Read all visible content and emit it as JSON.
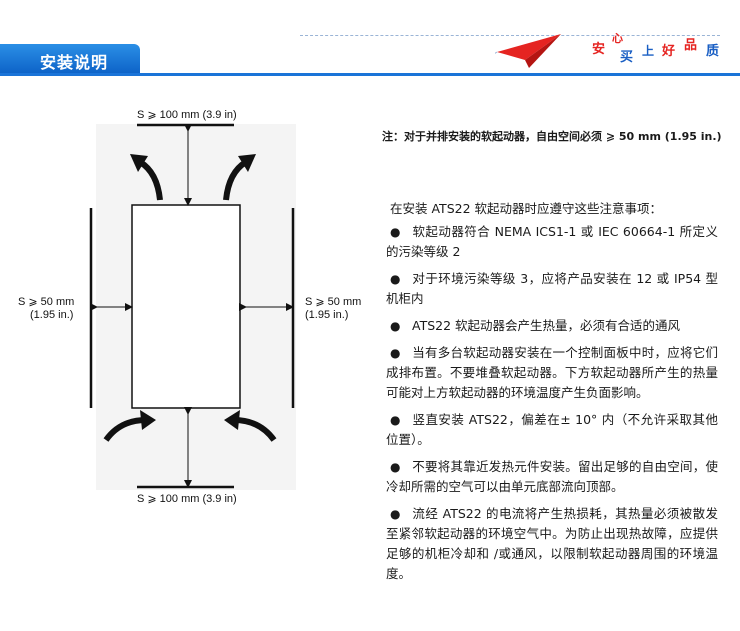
{
  "header": {
    "title": "安装说明",
    "slogan": [
      "安",
      "心",
      "买",
      "上",
      "好",
      "品",
      "质"
    ],
    "colors": {
      "brand_blue": "#1a74d8",
      "slogan_red": "#e52421",
      "slogan_blue": "#1a5fc4"
    }
  },
  "diagram": {
    "top_label": "S ⩾ 100 mm (3.9 in)",
    "bottom_label": "S ⩾ 100 mm (3.9 in)",
    "left_label_line1": "S ⩾ 50 mm",
    "left_label_line2": "(1.95 in.)",
    "right_label_line1": "S ⩾ 50 mm",
    "right_label_line2": "(1.95 in.)"
  },
  "note": "注：对于并排安装的软起动器，自由空间必须 ⩾ 50 mm (1.95 in.)",
  "intro": "在安装 ATS22 软起动器时应遵守这些注意事项：",
  "bullets": [
    {
      "symbol": "●",
      "text": "软起动器符合 NEMA ICS1-1 或 IEC 60664-1 所定义的污染等级 2"
    },
    {
      "symbol": "●",
      "text": "对于环境污染等级 3，应将产品安装在 12 或 IP54 型机柜内"
    },
    {
      "symbol": "●",
      "text": "ATS22 软起动器会产生热量，必须有合适的通风"
    },
    {
      "symbol": "●",
      "text": "当有多台软起动器安装在一个控制面板中时，应将它们成排布置。不要堆叠软起动器。下方软起动器所产生的热量可能对上方软起动器的环境温度产生负面影响。"
    },
    {
      "symbol": "●",
      "text": "竖直安装 ATS22，偏差在± 10° 内（不允许采取其他位置）。"
    },
    {
      "symbol": "●",
      "text": "不要将其靠近发热元件安装。留出足够的自由空间，使冷却所需的空气可以由单元底部流向顶部。"
    },
    {
      "symbol": "●",
      "text": "流经 ATS22 的电流将产生热损耗，其热量必须被散发至紧邻软起动器的环境空气中。为防止出现热故障，应提供足够的机柜冷却和 /或通风，以限制软起动器周围的环境温度。"
    }
  ]
}
